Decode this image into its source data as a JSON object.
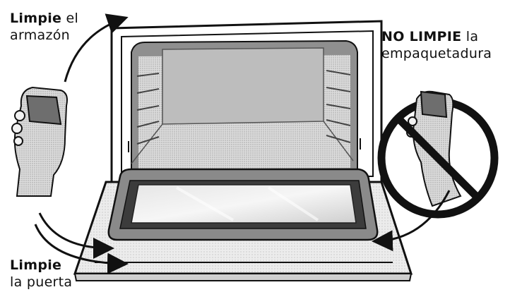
{
  "labels": {
    "clean_frame": {
      "bold": "Limpie",
      "rest": " el",
      "line2": "armazón"
    },
    "no_clean_gasket": {
      "bold": "NO LIMPIE",
      "rest": " la",
      "line2": "empaquetadura"
    },
    "clean_door": {
      "bold": "Limpie",
      "line2": "la puerta"
    }
  },
  "colors": {
    "ink": "#111111",
    "gray_mid": "#9a9a9a",
    "gray_light": "#d9d9d9",
    "gray_dark": "#6e6e6e"
  }
}
